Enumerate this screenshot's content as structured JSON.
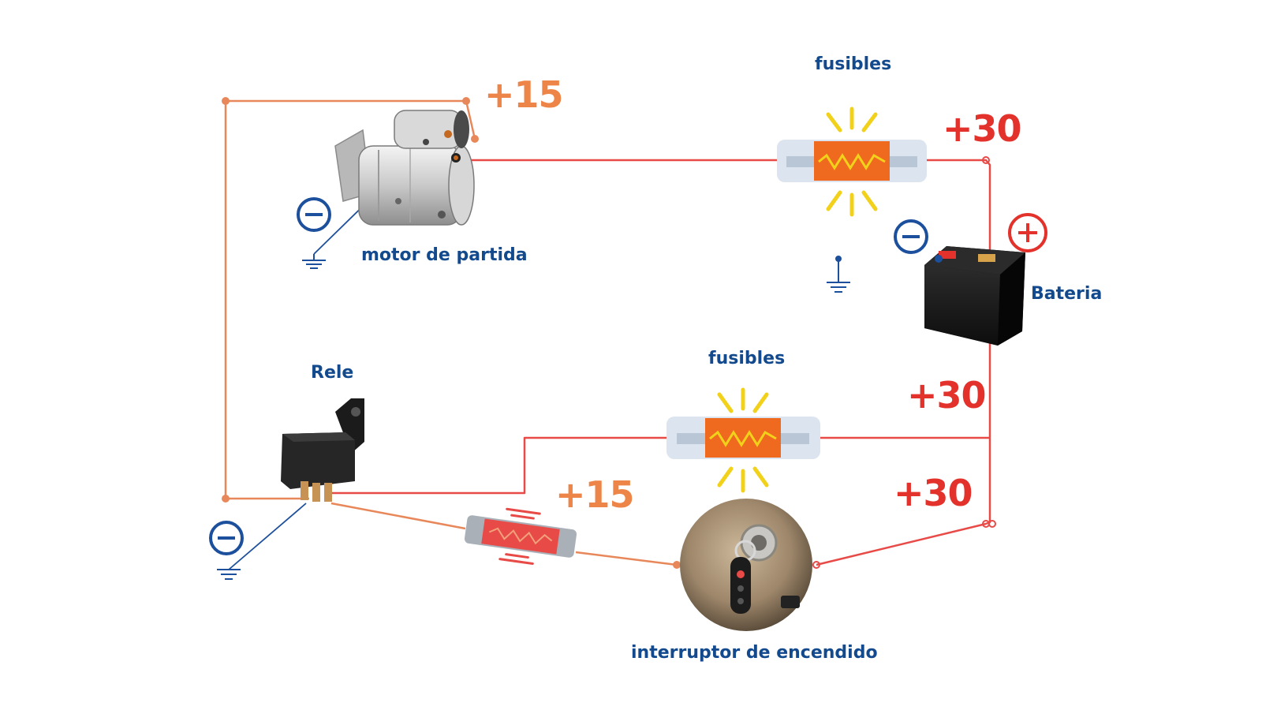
{
  "labels": {
    "starter_motor": "motor de partida",
    "fuses_top": "fusibles",
    "fuses_middle": "fusibles",
    "battery": "Bateria",
    "relay": "Rele",
    "ignition_switch": "interruptor de encendido"
  },
  "voltages": {
    "starter_terminal": "+15",
    "fuse_top": "+30",
    "fuse_middle": "+30",
    "ignition_input": "+30",
    "relay_output": "+15"
  },
  "symbols": {
    "ground_minus": "−",
    "battery_plus": "+"
  },
  "colors": {
    "wire_30": "#e84a47",
    "wire_15": "#e8885a",
    "wire_ground": "#1c4f9c",
    "label_blue": "#134a8e",
    "volt_30": "#e3322b",
    "volt_15": "#ee8548",
    "fuse_core": "#ef6a1f",
    "fuse_glow": "#f2d11b"
  },
  "icons": [
    "starter-motor-icon",
    "fuse-icon",
    "battery-icon",
    "relay-icon",
    "ignition-key-icon",
    "ground-icon"
  ]
}
